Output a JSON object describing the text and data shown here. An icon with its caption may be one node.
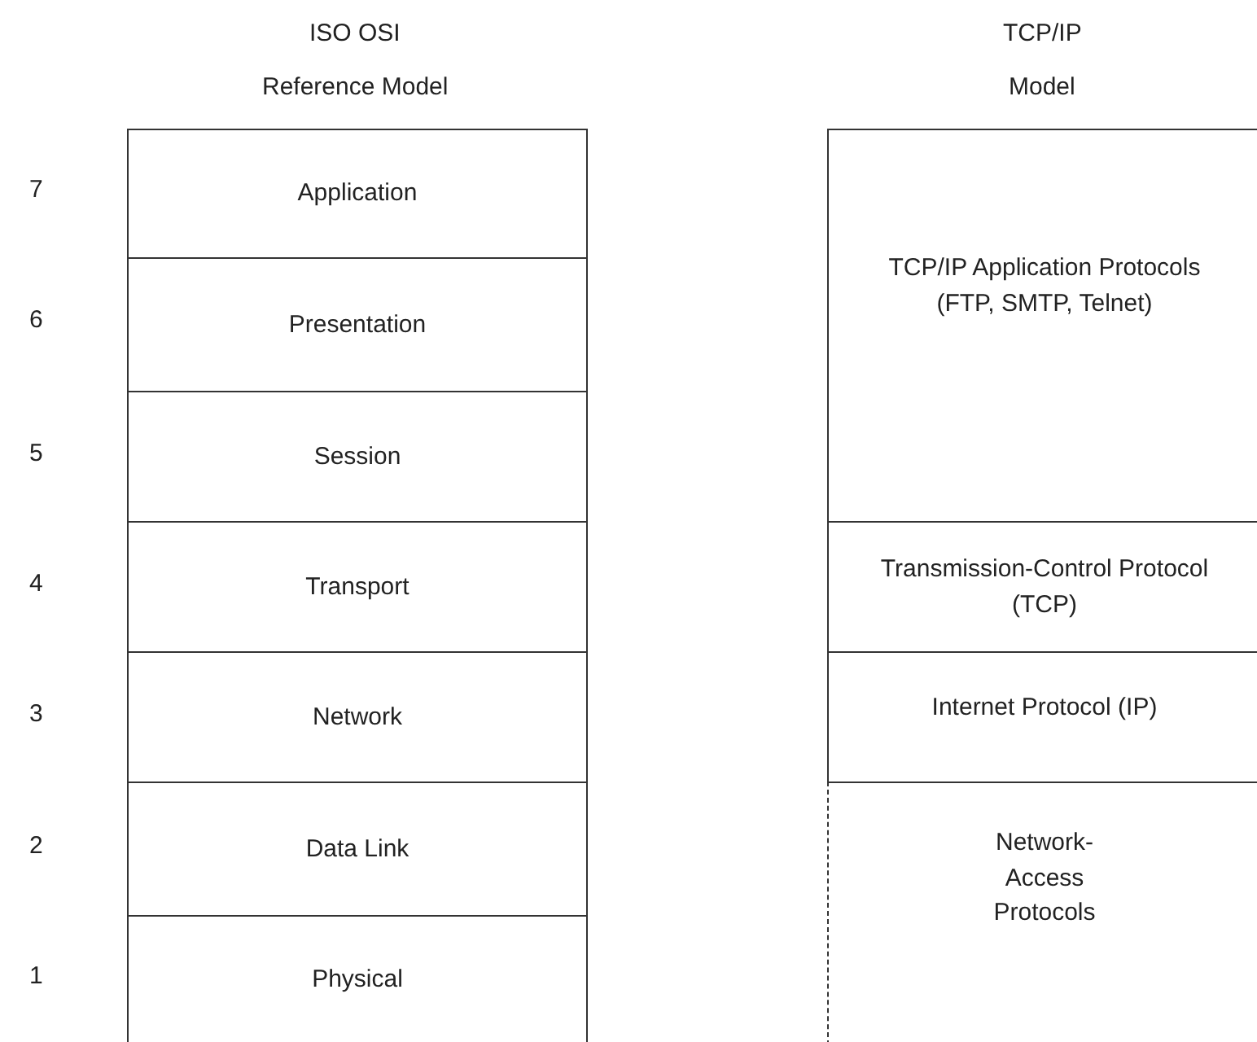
{
  "diagram": {
    "nodes": [
      {
        "text": [
          "Application"
        ]
      },
      {
        "text": [
          "Presentation"
        ]
      },
      {
        "text": [
          "Session"
        ]
      },
      {
        "text": [
          "Transport"
        ]
      },
      {
        "text": [
          "Network"
        ]
      },
      {
        "text": [
          "Data Link"
        ]
      },
      {
        "text": [
          "Physical"
        ]
      },
      {
        "text": [
          "TCP/IP Application Protocols (FTP, SMTP, Telnet)"
        ]
      },
      {
        "text": [
          "Transmission-Control Protocol (TCP)"
        ]
      },
      {
        "text": [
          "Internet Protocol (IP)"
        ]
      },
      {
        "text": [
          "Network- Access Protocols"
        ]
      }
    ],
    "labels": [
      "ISO OSI",
      "TCP/IP",
      "Reference Model",
      "Model",
      "7",
      "6",
      "5",
      "4",
      "3",
      "2",
      "1"
    ]
  }
}
